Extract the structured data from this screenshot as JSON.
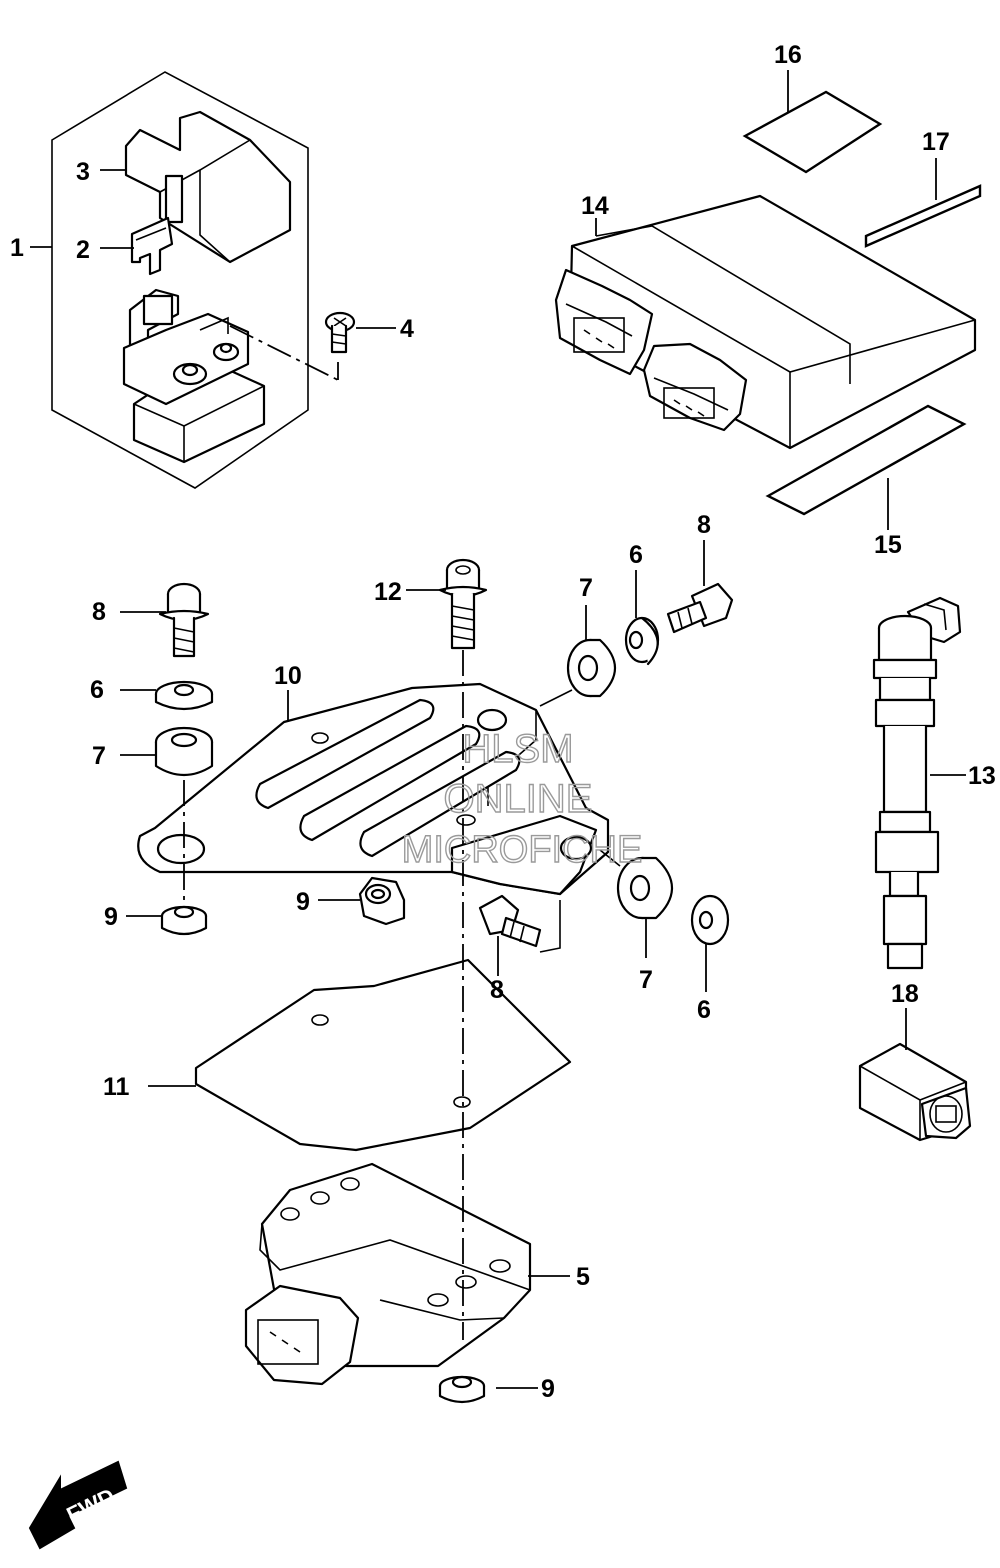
{
  "callouts": [
    {
      "id": "c1",
      "label": "1"
    },
    {
      "id": "c2",
      "label": "2"
    },
    {
      "id": "c3",
      "label": "3"
    },
    {
      "id": "c4",
      "label": "4"
    },
    {
      "id": "c5",
      "label": "5"
    },
    {
      "id": "c6a",
      "label": "6"
    },
    {
      "id": "c6b",
      "label": "6"
    },
    {
      "id": "c6c",
      "label": "6"
    },
    {
      "id": "c7a",
      "label": "7"
    },
    {
      "id": "c7b",
      "label": "7"
    },
    {
      "id": "c7c",
      "label": "7"
    },
    {
      "id": "c8a",
      "label": "8"
    },
    {
      "id": "c8b",
      "label": "8"
    },
    {
      "id": "c8c",
      "label": "8"
    },
    {
      "id": "c9a",
      "label": "9"
    },
    {
      "id": "c9b",
      "label": "9"
    },
    {
      "id": "c9c",
      "label": "9"
    },
    {
      "id": "c10",
      "label": "10"
    },
    {
      "id": "c11",
      "label": "11"
    },
    {
      "id": "c12",
      "label": "12"
    },
    {
      "id": "c13",
      "label": "13"
    },
    {
      "id": "c14",
      "label": "14"
    },
    {
      "id": "c15",
      "label": "15"
    },
    {
      "id": "c16",
      "label": "16"
    },
    {
      "id": "c17",
      "label": "17"
    },
    {
      "id": "c18",
      "label": "18"
    }
  ],
  "direction_badge": {
    "label": "FWD"
  },
  "watermark": {
    "line1": "HLSM",
    "line2": "ONLINE",
    "line3": "MICROFICHE"
  }
}
